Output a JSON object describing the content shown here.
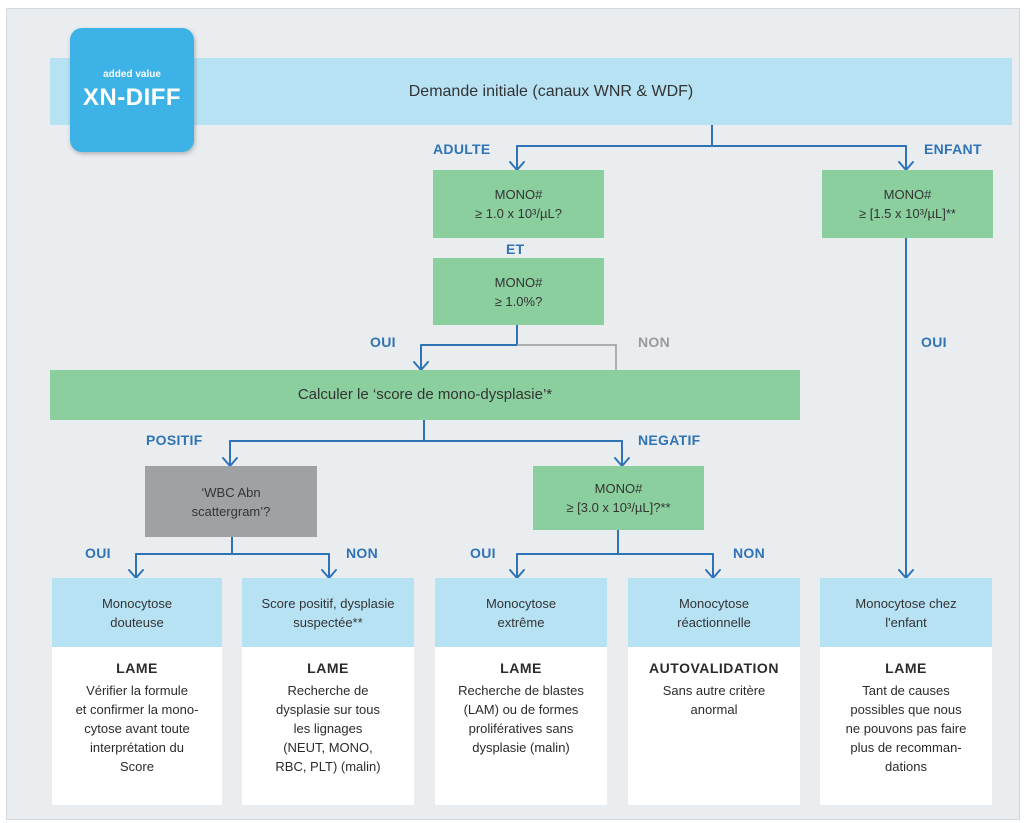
{
  "logo": {
    "small": "added value",
    "big": "XN-DIFF"
  },
  "top_bar": "Demande initiale (canaux WNR & WDF)",
  "labels": {
    "adulte": "ADULTE",
    "enfant": "ENFANT",
    "et": "ET",
    "oui_left": "OUI",
    "non_mid": "NON",
    "oui_right": "OUI",
    "positif": "POSITIF",
    "negatif": "NEGATIF",
    "oui_a": "OUI",
    "non_a": "NON",
    "oui_b": "OUI",
    "non_b": "NON"
  },
  "nodes": {
    "adult1": [
      "MONO#",
      "≥ 1.0 x 10³/µL?"
    ],
    "adult2": [
      "MONO#",
      "≥ 1.0%?"
    ],
    "child1": [
      "MONO#",
      "≥ [1.5 x 10³/µL]**"
    ],
    "score": "Calculer le ‘score de mono-dysplasie’*",
    "wbc": [
      "‘WBC Abn",
      "scattergram’?"
    ],
    "mono3": [
      "MONO#",
      "≥ [3.0 x 10³/µL]?**"
    ]
  },
  "outcomes": [
    {
      "title": [
        "Monocytose",
        "douteuse"
      ],
      "head": "LAME",
      "body": [
        "Vérifier la formule",
        "et confirmer la mono-",
        "cytose avant toute",
        "interprétation du",
        "Score"
      ]
    },
    {
      "title": [
        "Score positif, dysplasie",
        "suspectée**"
      ],
      "head": "LAME",
      "body": [
        "Recherche de",
        "dysplasie sur tous",
        "les lignages",
        "(NEUT, MONO,",
        "RBC, PLT) (malin)"
      ]
    },
    {
      "title": [
        "Monocytose",
        "extrême"
      ],
      "head": "LAME",
      "body": [
        "Recherche de blastes",
        "(LAM) ou de formes",
        "prolifératives sans",
        "dysplasie (malin)"
      ]
    },
    {
      "title": [
        "Monocytose",
        "réactionnelle"
      ],
      "head": "AUTOVALIDATION",
      "body": [
        "Sans autre critère",
        "anormal"
      ]
    },
    {
      "title": [
        "Monocytose chez",
        "l'enfant"
      ],
      "head": "LAME",
      "body": [
        "Tant de causes",
        "possibles que nous",
        "ne pouvons pas faire",
        "plus de recomman-",
        "dations"
      ]
    }
  ],
  "colors": {
    "green": "#8ccf9f",
    "light_blue": "#b7e2f4",
    "gray": "#9fa2a4",
    "arrow": "#2f73b5",
    "logo": "#3db2e6"
  }
}
